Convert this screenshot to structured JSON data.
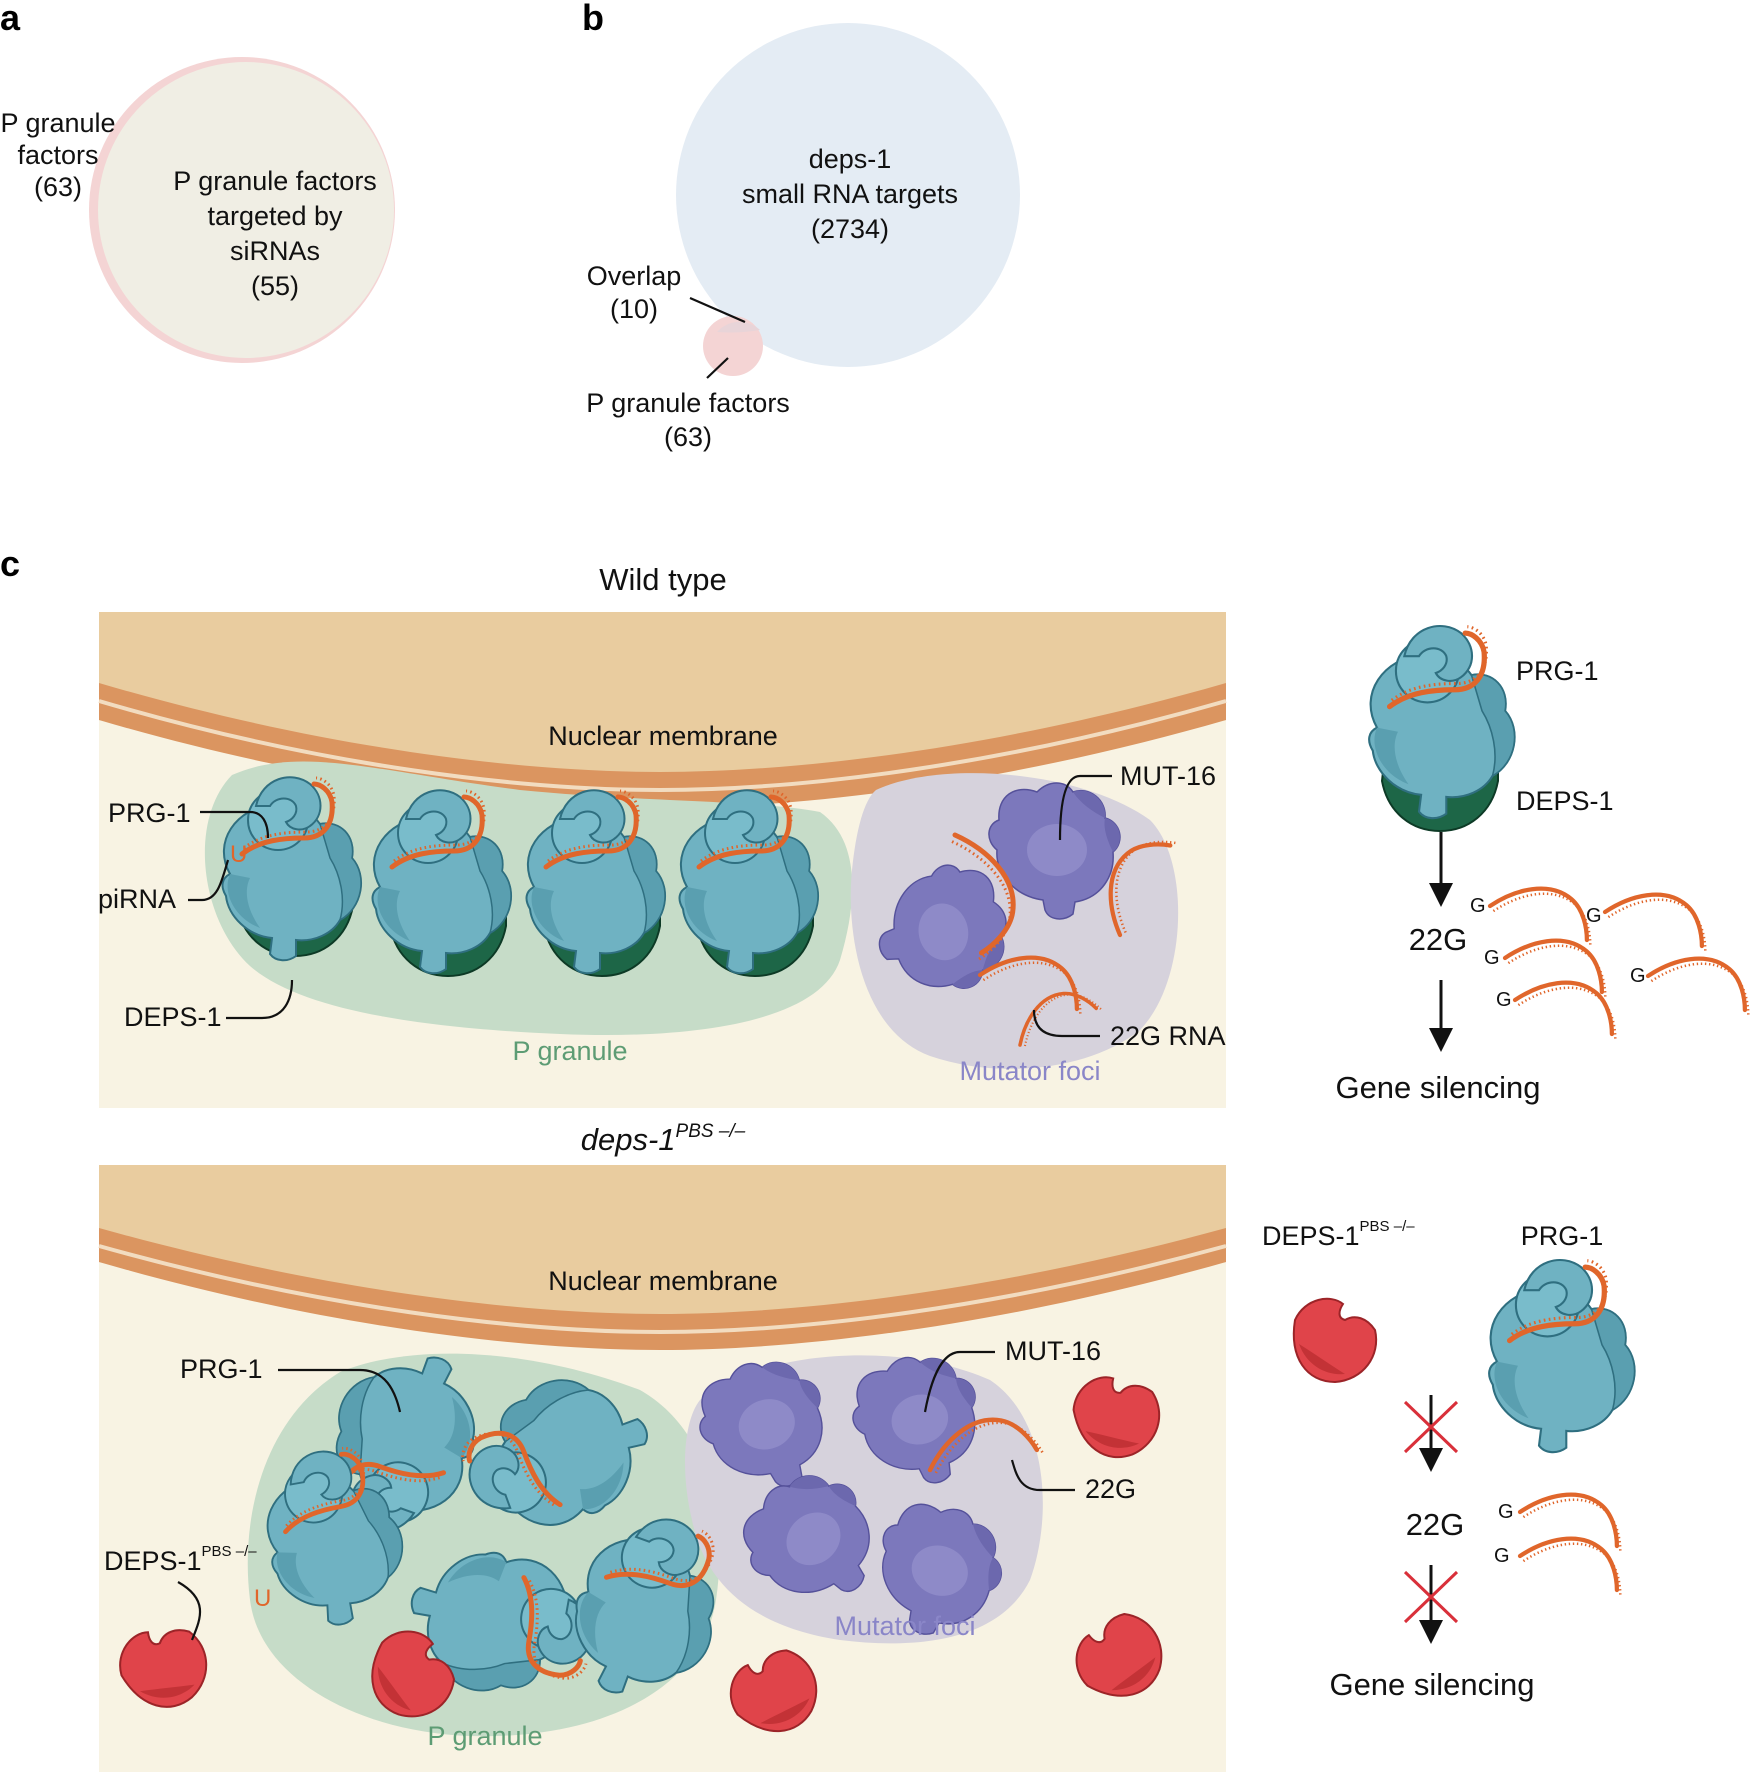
{
  "panels": {
    "a": "a",
    "b": "b",
    "c": "c"
  },
  "panel_a": {
    "outer_label": [
      "P granule",
      "factors",
      "(63)"
    ],
    "inner_label": [
      "P granule factors",
      "targeted by",
      "siRNAs",
      "(55)"
    ]
  },
  "panel_b": {
    "big_label": [
      "deps-1",
      "small RNA targets",
      "(2734)"
    ],
    "overlap_label": [
      "Overlap",
      "(10)"
    ],
    "small_label": [
      "P granule factors",
      "(63)"
    ]
  },
  "panel_c": {
    "wt": {
      "title": "Wild type",
      "membrane": "Nuclear membrane",
      "prg1": "PRG-1",
      "u": "U",
      "pirna": "piRNA",
      "deps1": "DEPS-1",
      "p_granule": "P granule",
      "mut16": "MUT-16",
      "g22rna": "22G RNA",
      "mutator": "Mutator foci"
    },
    "mutant": {
      "title_main": "deps-1",
      "title_sup": "PBS –/–",
      "membrane": "Nuclear membrane",
      "prg1": "PRG-1",
      "deps1_main": "DEPS-1",
      "deps1_sup": "PBS –/–",
      "u": "U",
      "p_granule": "P granule",
      "mut16": "MUT-16",
      "g22": "22G",
      "mutator": "Mutator foci"
    },
    "right_wt": {
      "prg1": "PRG-1",
      "deps1": "DEPS-1",
      "g22": "22G",
      "g": "G",
      "silencing": "Gene silencing"
    },
    "right_mut": {
      "deps1_main": "DEPS-1",
      "deps1_sup": "PBS –/–",
      "prg1": "PRG-1",
      "g22": "22G",
      "g": "G",
      "silencing": "Gene silencing"
    }
  },
  "colors": {
    "membrane_outer": "#e9cc9f",
    "membrane_band": "#db9560",
    "cytoplasm": "#f8f3e3",
    "prg1": "#6fb2c2",
    "deps1": "#1d6647",
    "deps1_mutant": "#e0444a",
    "mut16": "#7c78bc",
    "rna": "#e0662b",
    "p_granule": "#c6dcc8",
    "mutator_foci": "#d6d2dc",
    "venn_blue": "#e4ecf4",
    "venn_beige": "#f0eee4",
    "venn_pink": "#f4d4d4"
  }
}
